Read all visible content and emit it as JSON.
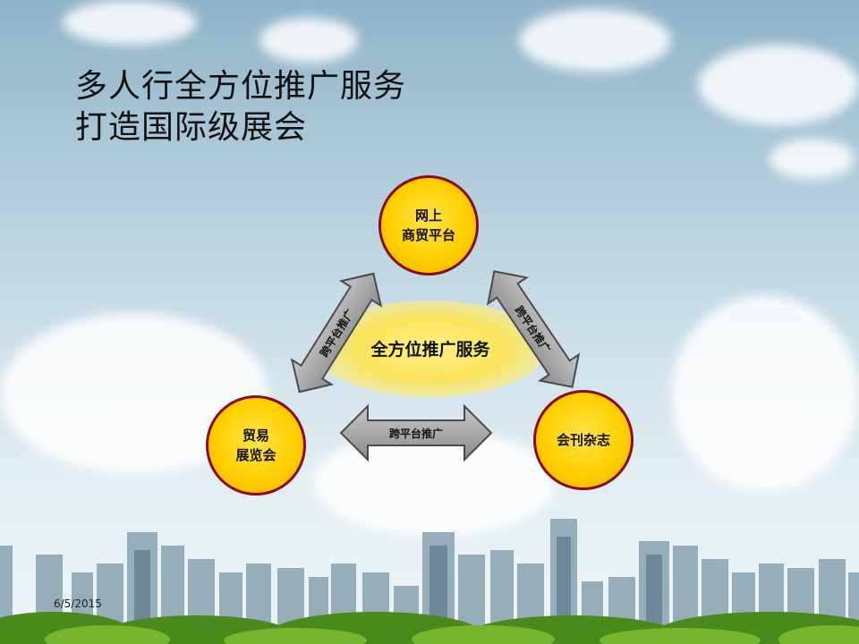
{
  "slide": {
    "title_line1": "多人行全方位推广服务",
    "title_line2": "打造国际级展会",
    "center_label": "全方位推广服务",
    "nodes": {
      "top": "网上\n商贸平台",
      "left": "贸易\n展览会",
      "right": "会刊杂志"
    },
    "arrows": {
      "left": "跨平台推广",
      "right": "跨平台推广",
      "bottom": "跨平台推广"
    },
    "date": "6/5/2015"
  },
  "colors": {
    "circle_fill": "#ffd000",
    "circle_border": "#8b0a1a",
    "arrow_fill": "#9a9a9a",
    "arrow_border": "#4a4a4a"
  }
}
